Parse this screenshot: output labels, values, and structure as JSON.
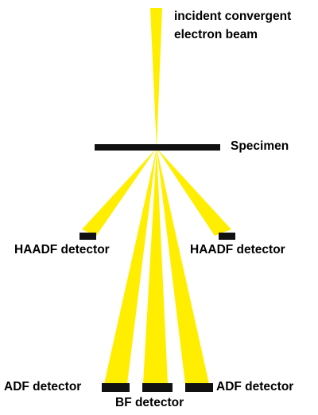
{
  "labels": {
    "beam_line1": "incident convergent",
    "beam_line2": "electron beam",
    "specimen": "Specimen",
    "haadf_left": "HAADF detector",
    "haadf_right": "HAADF detector",
    "adf_left": "ADF detector",
    "adf_right": "ADF detector",
    "bf": "BF detector"
  },
  "colors": {
    "beam": "#ffee00",
    "detector": "#111111",
    "text": "#000000"
  }
}
